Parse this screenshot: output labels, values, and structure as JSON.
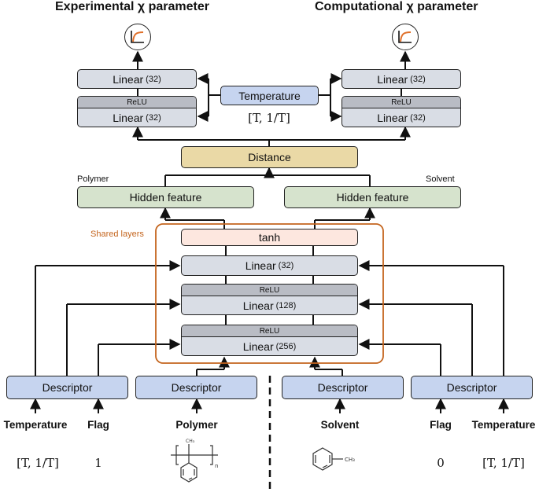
{
  "titles": {
    "experimental": "Experimental χ parameter",
    "computational": "Computational χ parameter"
  },
  "icons": {
    "output_plot": "line-plot-icon"
  },
  "heads": {
    "linear_32": "Linear",
    "linear_32_size": "(32)",
    "relu": "ReLU",
    "temperature": "Temperature",
    "temperature_input": "[T, 1/T]"
  },
  "distance": "Distance",
  "side_labels": {
    "polymer": "Polymer",
    "solvent": "Solvent"
  },
  "hidden_feature": "Hidden feature",
  "shared": {
    "label": "Shared layers",
    "tanh": "tanh",
    "linear": "Linear",
    "size_32": "(32)",
    "size_128": "(128)",
    "size_256": "(256)",
    "relu": "ReLU"
  },
  "descriptor": "Descriptor",
  "inputs": [
    {
      "label": "Temperature",
      "value": "[T, 1/T]"
    },
    {
      "label": "Flag",
      "value": "1"
    },
    {
      "label": "Polymer",
      "value": ""
    },
    {
      "label": "Solvent",
      "value": ""
    },
    {
      "label": "Flag",
      "value": "0"
    },
    {
      "label": "Temperature",
      "value": "[T, 1/T]"
    }
  ],
  "colors": {
    "linear": "#d9dde5",
    "relu": "#b9bcc4",
    "temperature": "#c6d4ef",
    "distance": "#ead9a6",
    "hidden": "#d6e3cd",
    "tanh": "#fde7df",
    "shared_border": "#c4651e",
    "curve": "#e0702a"
  }
}
